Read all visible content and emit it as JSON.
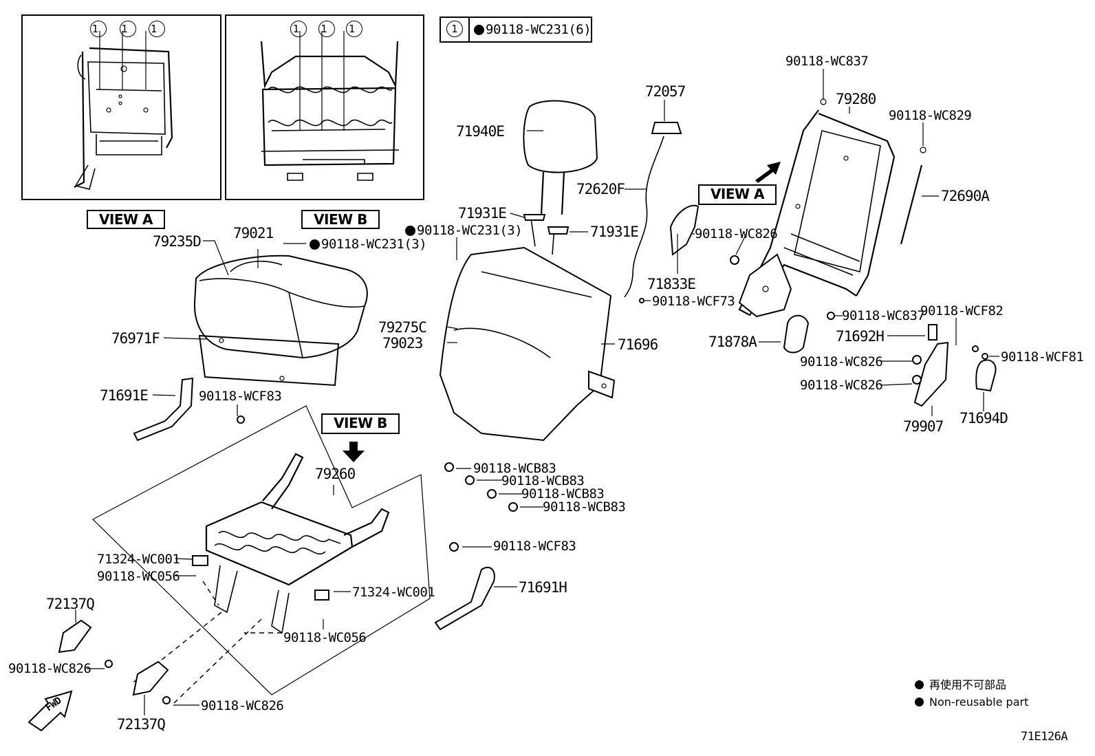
{
  "legend_box": {
    "ref_symbol": "1",
    "text": "90118-WC231(6)"
  },
  "views": {
    "view_a_label": "VIEW A",
    "view_b_label": "VIEW B",
    "view_a_side_label": "VIEW A",
    "view_b_arrow_label": "VIEW B"
  },
  "panel_refs": {
    "view_a": [
      "1",
      "1",
      "1"
    ],
    "view_b": [
      "1",
      "1",
      "1"
    ]
  },
  "labels": {
    "p_79235D": "79235D",
    "p_79021": "79021",
    "p_wc231_seat": "90118-WC231(3)",
    "p_76971F": "76971F",
    "p_71691E": "71691E",
    "p_wcf83_left": "90118-WCF83",
    "p_79260": "79260",
    "p_71324_a": "71324-WC001",
    "p_wc056_a": "90118-WC056",
    "p_71324_b": "71324-WC001",
    "p_wc056_b": "90118-WC056",
    "p_721370_a": "72137Q",
    "p_wc826_left": "90118-WC826",
    "p_wc826_bottom": "90118-WC826",
    "p_721370_b": "72137Q",
    "p_fwd": "FWD",
    "p_71940E": "71940E",
    "p_71931E_a": "71931E",
    "p_71931E_b": "71931E",
    "p_wc231_back": "90118-WC231(3)",
    "p_79275C": "79275C",
    "p_79023": "79023",
    "p_71696": "71696",
    "p_72057": "72057",
    "p_72620F": "72620F",
    "p_71833E": "71833E",
    "p_wc826_mid": "90118-WC826",
    "p_wcf73": "90118-WCF73",
    "p_wcb83_1": "90118-WCB83",
    "p_wcb83_2": "90118-WCB83",
    "p_wcb83_3": "90118-WCB83",
    "p_wcb83_4": "90118-WCB83",
    "p_wcf83_mid": "90118-WCF83",
    "p_71691H": "71691H",
    "p_wc837_top": "90118-WC837",
    "p_79280": "79280",
    "p_wc829": "90118-WC829",
    "p_72690A": "72690A",
    "p_wc837_mid": "90118-WC837",
    "p_wcf82": "90118-WCF82",
    "p_71878A": "71878A",
    "p_71692H": "71692H",
    "p_wc826_r1": "90118-WC826",
    "p_wc826_r2": "90118-WC826",
    "p_wcf81": "90118-WCF81",
    "p_79907": "79907",
    "p_71694D": "71694D"
  },
  "notes": {
    "non_reusable_jp": "再使用不可部品",
    "non_reusable_en": "Non-reusable part"
  },
  "diagram_id": "71E126A"
}
